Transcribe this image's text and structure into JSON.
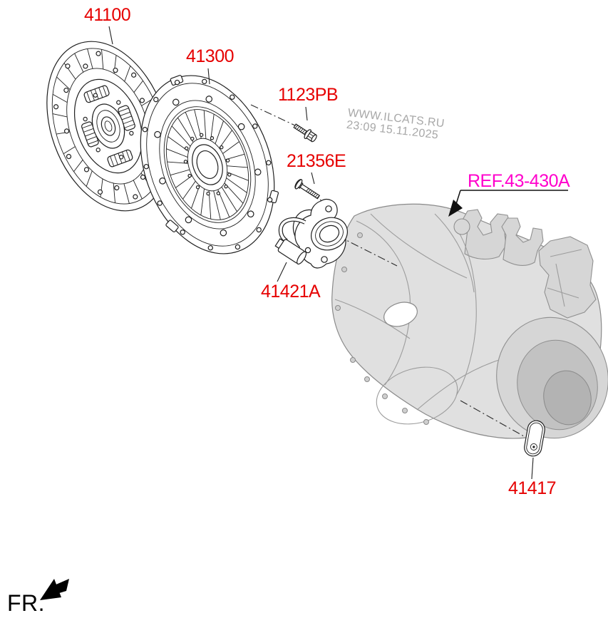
{
  "diagram": {
    "labels": {
      "l41100": "41100",
      "l41300": "41300",
      "l1123pb": "1123PB",
      "l21356e": "21356E",
      "l41421a": "41421A",
      "ref": "REF.43-430A",
      "l41417": "41417",
      "fr": "FR."
    },
    "watermark": {
      "line1": "WWW.ILCATS.RU",
      "line2": "23:09 15.11.2025"
    },
    "colors": {
      "part_label": "#e60000",
      "ref_label": "#ff00cc",
      "watermark": "#a8a8a8",
      "outline": "#1f1f1f",
      "machine_gray": "#e0e0e0"
    }
  }
}
